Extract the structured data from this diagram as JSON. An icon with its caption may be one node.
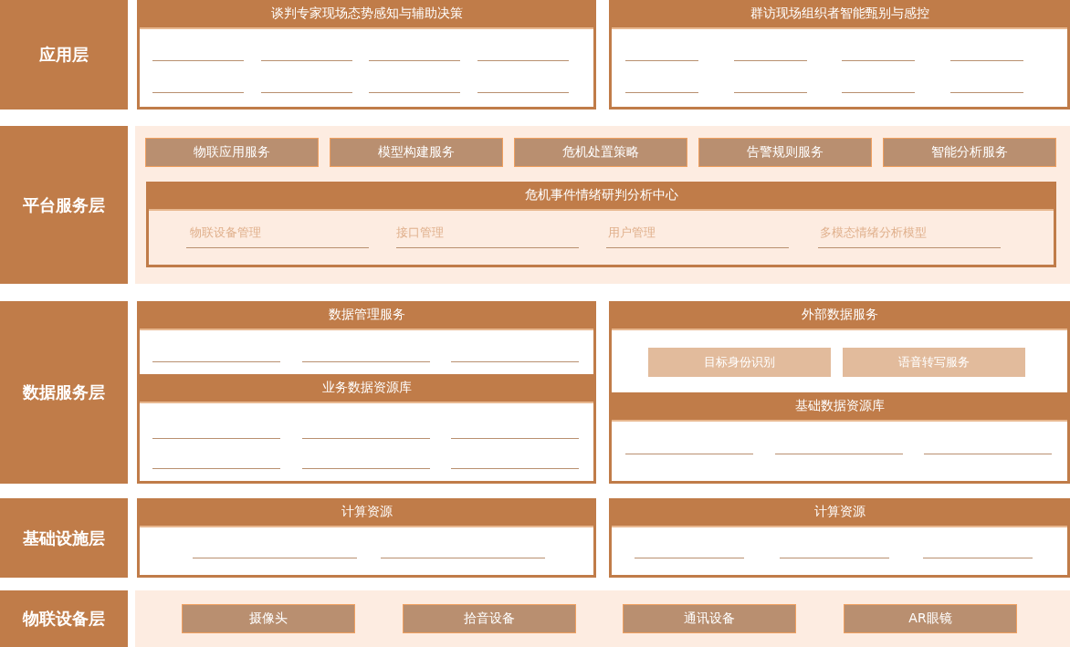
{
  "diagram": {
    "nodes": [
      {
        "text": [
          "应用层"
        ]
      },
      {
        "text": [
          "谈判专家现场态势感知与辅助决策"
        ]
      },
      {
        "text": [
          "群访现场组织者智能甄别与感控"
        ]
      },
      {
        "text": [
          "平台服务层"
        ]
      },
      {
        "text": [],
        "shape": "box"
      },
      {
        "text": [
          "物联应用服务"
        ],
        "in": 4
      },
      {
        "text": [
          "模型构建服务"
        ],
        "in": 4
      },
      {
        "text": [
          "危机处置策略"
        ],
        "in": 4
      },
      {
        "text": [
          "告警规则服务"
        ],
        "in": 4
      },
      {
        "text": [
          "智能分析服务"
        ],
        "in": 4
      },
      {
        "text": [
          "危机事件情绪研判分析中心"
        ],
        "in": 4
      },
      {
        "text": [
          "数据服务层"
        ]
      },
      {
        "text": [
          "数据管理服务",
          "业务数据资源库"
        ]
      },
      {
        "text": [
          "外部数据服务",
          "基础数据资源库"
        ]
      },
      {
        "text": [
          "目标身份识别"
        ],
        "in": 13
      },
      {
        "text": [
          "语音转写服务"
        ],
        "in": 13
      },
      {
        "text": [
          "基础设施层"
        ]
      },
      {
        "text": [
          "计算资源"
        ]
      },
      {
        "text": [
          "计算资源"
        ]
      },
      {
        "text": [
          "物联设备层"
        ]
      },
      {
        "text": [],
        "shape": "box"
      },
      {
        "text": [
          "摄像头"
        ],
        "in": 20
      },
      {
        "text": [
          "拾音设备"
        ],
        "in": 20
      },
      {
        "text": [
          "通讯设备"
        ],
        "in": 20
      },
      {
        "text": [
          "AR眼镜"
        ],
        "in": 20
      }
    ],
    "labels": [
      "物联设备管理",
      "接口管理",
      "用户管理",
      "多模态情绪分析模型"
    ]
  }
}
